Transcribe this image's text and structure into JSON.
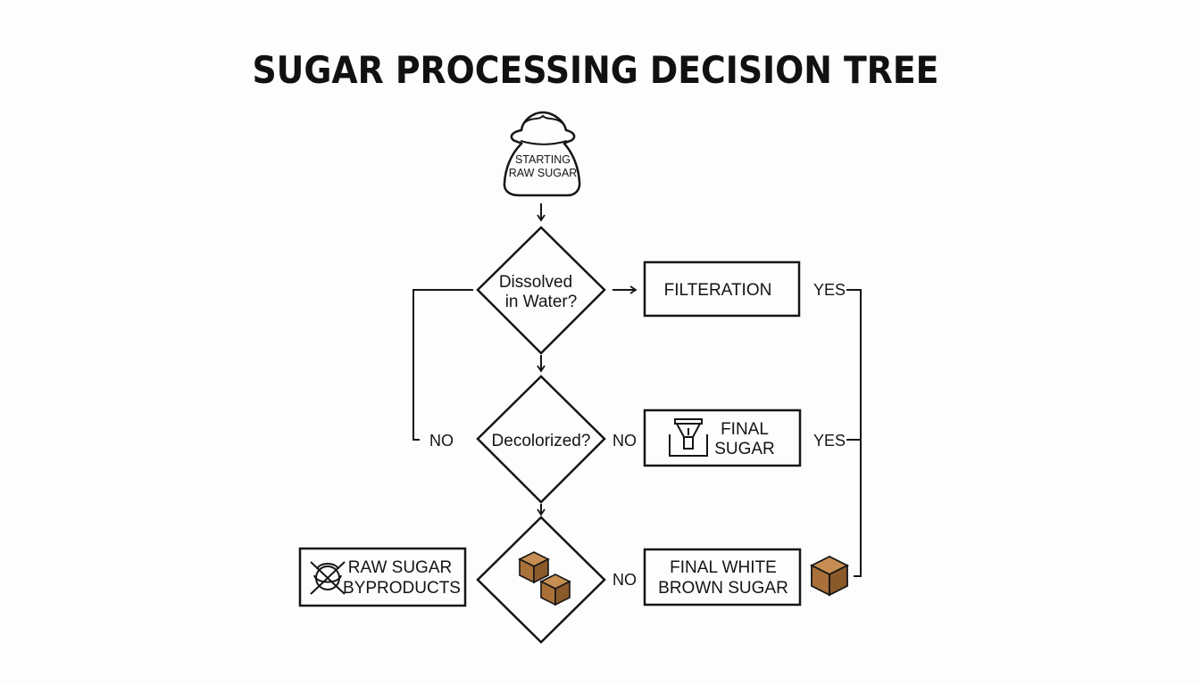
{
  "title": "SUGAR PROCESSING DECISION TREE",
  "nodes": {
    "start": {
      "line1": "STARTING",
      "line2": "RAW SUGAR",
      "icon": "sugar-sack-icon"
    },
    "dissolved": {
      "line1": "Dissolved",
      "line2": "in Water?"
    },
    "filtration": {
      "label": "FILTERATION"
    },
    "decolorized": {
      "label": "Decolorized?"
    },
    "final_sugar": {
      "line1": "FINAL",
      "line2": "SUGAR",
      "icon": "funnel-filter-icon"
    },
    "cubes_decision": {
      "icon": "sugar-cubes-icon"
    },
    "byproducts": {
      "line1": "RAW SUGAR",
      "line2": "BYPRODUCTS",
      "icon": "crossed-out-sugar-icon"
    },
    "final_white_brown": {
      "line1": "FINAL WHITE",
      "line2": "BROWN SUGAR"
    },
    "brown_cube": {
      "icon": "brown-sugar-cube-icon"
    }
  },
  "edge_labels": {
    "yes_top": "YES",
    "yes_mid": "YES",
    "no_left": "NO",
    "no_mid": "NO",
    "no_bottom": "NO"
  },
  "colors": {
    "ink": "#151515",
    "cube_light": "#c68e52",
    "cube_mid": "#a9703a",
    "cube_dark": "#8a5a2b",
    "background": "#fdfdfd"
  }
}
